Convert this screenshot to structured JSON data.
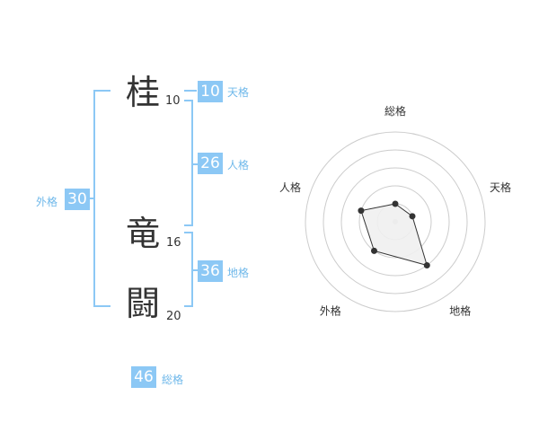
{
  "characters": [
    {
      "kanji": "桂",
      "strokes": "10"
    },
    {
      "kanji": "竜",
      "strokes": "16"
    },
    {
      "kanji": "闘",
      "strokes": "20"
    }
  ],
  "fortunes": {
    "tenkaku": {
      "label": "天格",
      "value": "10"
    },
    "jinkaku": {
      "label": "人格",
      "value": "26"
    },
    "chikaku": {
      "label": "地格",
      "value": "36"
    },
    "gaikaku": {
      "label": "外格",
      "value": "30"
    },
    "soukaku": {
      "label": "総格",
      "value": "46"
    }
  },
  "chart_data": {
    "type": "radar",
    "axes": [
      "総格",
      "天格",
      "地格",
      "外格",
      "人格"
    ],
    "values": [
      1,
      1,
      3,
      2,
      2
    ],
    "max": 5,
    "colors": {
      "accent": "#8cc8f5",
      "fill": "#f0f0f0",
      "stroke": "#333333",
      "ring": "#cccccc"
    }
  }
}
